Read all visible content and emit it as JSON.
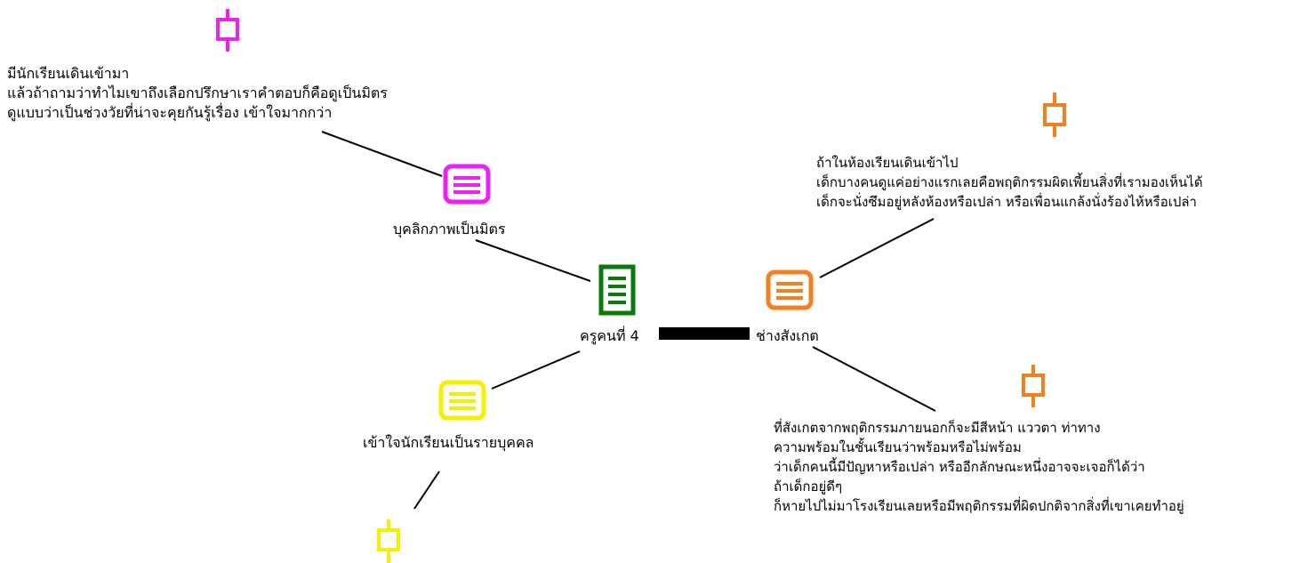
{
  "colors": {
    "central": "#0a7a0a",
    "magenta": "#ee22ee",
    "orange": "#f08020",
    "yellow": "#f5f000",
    "line": "#000000",
    "bar": "#000000"
  },
  "central": {
    "label": "ครูคนที่ 4",
    "icon": "document-list-icon"
  },
  "branches": {
    "friendly": {
      "label": "บุคลิกภาพเป็นมิตร",
      "icon": "list-icon",
      "note_icon": "note-pin-icon",
      "note_lines": [
        "มีนักเรียนเดินเข้ามา",
        "แล้วถ้าถามว่าทำไมเขาถึงเลือกปรึกษาเราคำตอบก็คือดูเป็นมิตร",
        "ดูแบบว่าเป็นช่วงวัยที่น่าจะคุยกันรู้เรื่อง เข้าใจมากกว่า"
      ]
    },
    "observant": {
      "label": "ช่างสังเกต",
      "icon": "list-icon",
      "note_icon": "note-pin-icon",
      "note_lines": [
        "ถ้าในห้องเรียนเดินเข้าไป",
        "เด็กบางคนดูแค่อย่างแรกเลยคือพฤติกรรมผิดเพี้ยนสิ่งที่เรามองเห็นได้",
        "เด็กจะนั่งซึมอยู่หลังห้องหรือเปล่า หรือเพื่อนแกล้งนั่งร้องไห้หรือเปล่า"
      ],
      "note2_icon": "note-pin-icon",
      "note2_lines": [
        " ที่สังเกตจากพฤติกรรมภายนอกก็จะมีสีหน้า แววตา ท่าทาง",
        "ความพร้อมในชั้นเรียนว่าพร้อมหรือไม่พร้อม",
        "ว่าเด็กคนนี้มีปัญหาหรือเปล่า หรืออีกลักษณะหนึ่งอาจจะเจอก็ได้ว่า",
        "ถ้าเด็กอยู่ดีๆ",
        "ก็หายไปไม่มาโรงเรียนเลยหรือมีพฤติกรรมที่ผิดปกติจากสิ่งที่เขาเคยทำอยู่"
      ]
    },
    "individual": {
      "label": "เข้าใจนักเรียนเป็นรายบุคคล",
      "icon": "list-icon",
      "note_icon": "note-pin-icon"
    }
  }
}
